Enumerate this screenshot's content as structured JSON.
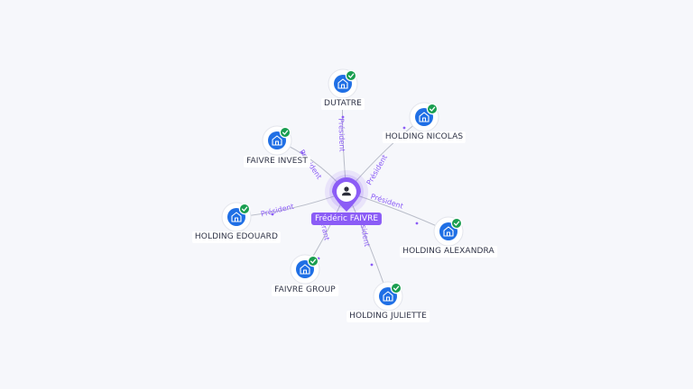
{
  "colors": {
    "accent": "#8b5cf6",
    "company_icon": "#1f6fe5",
    "check_badge": "#1a9e50",
    "edge": "#b9bdc9",
    "background": "#f6f7fb"
  },
  "center": {
    "name": "Frédéric FAIVRE",
    "icon": "person-icon"
  },
  "nodes": [
    {
      "id": "dutatre",
      "label": "DUTATRE",
      "edge_label": "Président",
      "icon": "building-icon",
      "badge": "check-icon"
    },
    {
      "id": "holding-nicolas",
      "label": "HOLDING NICOLAS",
      "edge_label": "Président",
      "icon": "building-icon",
      "badge": "check-icon"
    },
    {
      "id": "faivre-invest",
      "label": "FAIVRE INVEST",
      "edge_label": "Président",
      "icon": "building-icon",
      "badge": "check-icon"
    },
    {
      "id": "holding-edouard",
      "label": "HOLDING EDOUARD",
      "edge_label": "Président",
      "icon": "building-icon",
      "badge": "check-icon"
    },
    {
      "id": "holding-alexandra",
      "label": "HOLDING ALEXANDRA",
      "edge_label": "Président",
      "icon": "building-icon",
      "badge": "check-icon"
    },
    {
      "id": "faivre-group",
      "label": "FAIVRE GROUP",
      "edge_label": "Gérant",
      "icon": "building-icon",
      "badge": "check-icon"
    },
    {
      "id": "holding-juliette",
      "label": "HOLDING JULIETTE",
      "edge_label": "Président",
      "icon": "building-icon",
      "badge": "check-icon"
    }
  ]
}
